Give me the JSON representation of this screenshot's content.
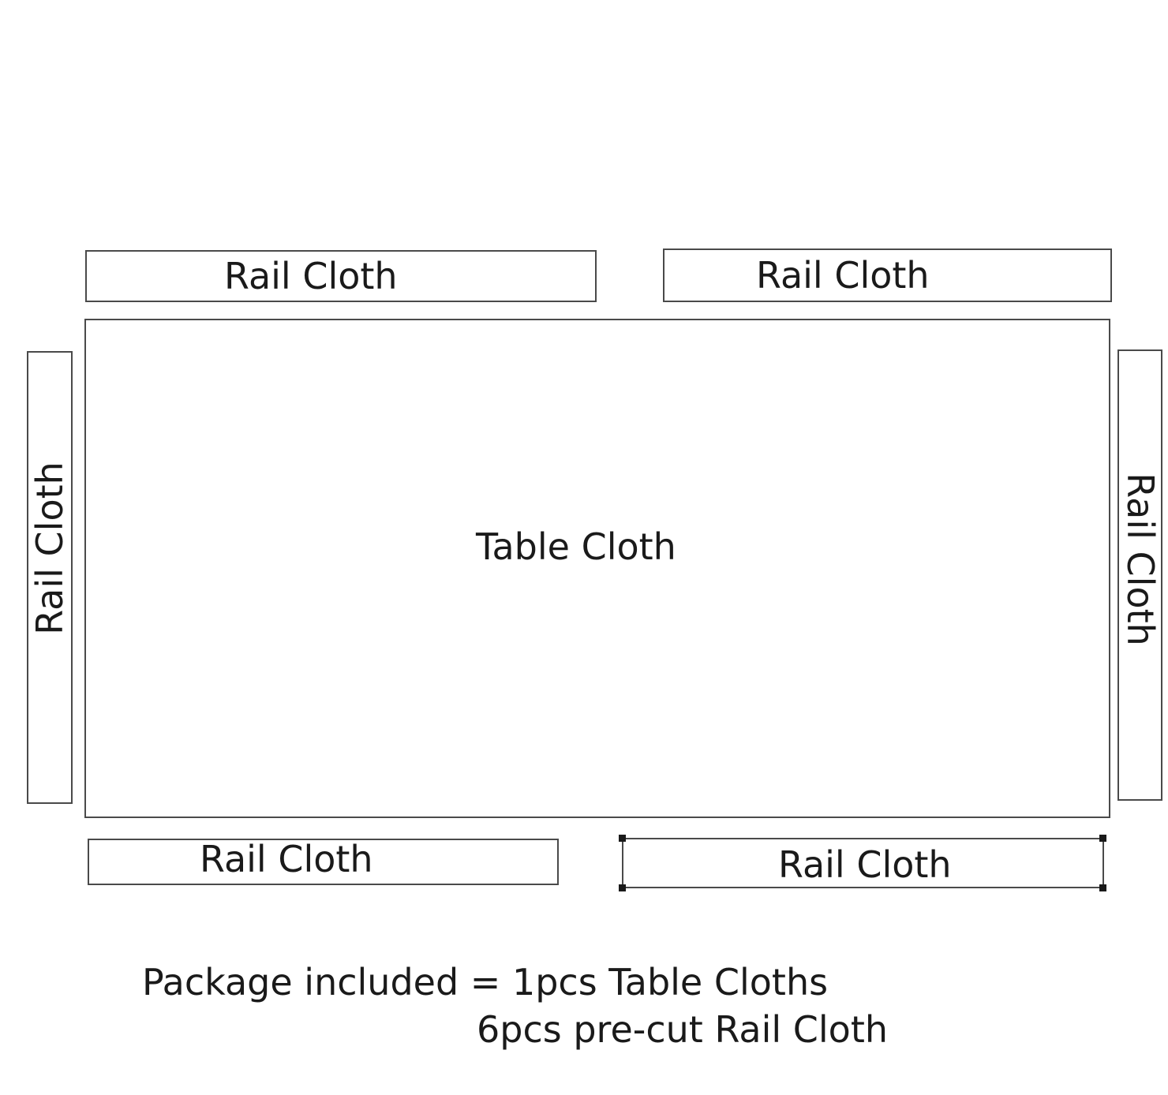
{
  "diagram": {
    "table_cloth_label": "Table Cloth",
    "rail_cloth_labels": [
      "Rail Cloth",
      "Rail Cloth",
      "Rail Cloth",
      "Rail Cloth",
      "Rail Cloth",
      "Rail Cloth"
    ],
    "package_line_1": "Package included = 1pcs Table Cloths",
    "package_line_2": "6pcs pre-cut Rail Cloth"
  },
  "colors": {
    "outline": "#4a4a4a",
    "text": "#1a1a1a",
    "background": "#ffffff"
  }
}
